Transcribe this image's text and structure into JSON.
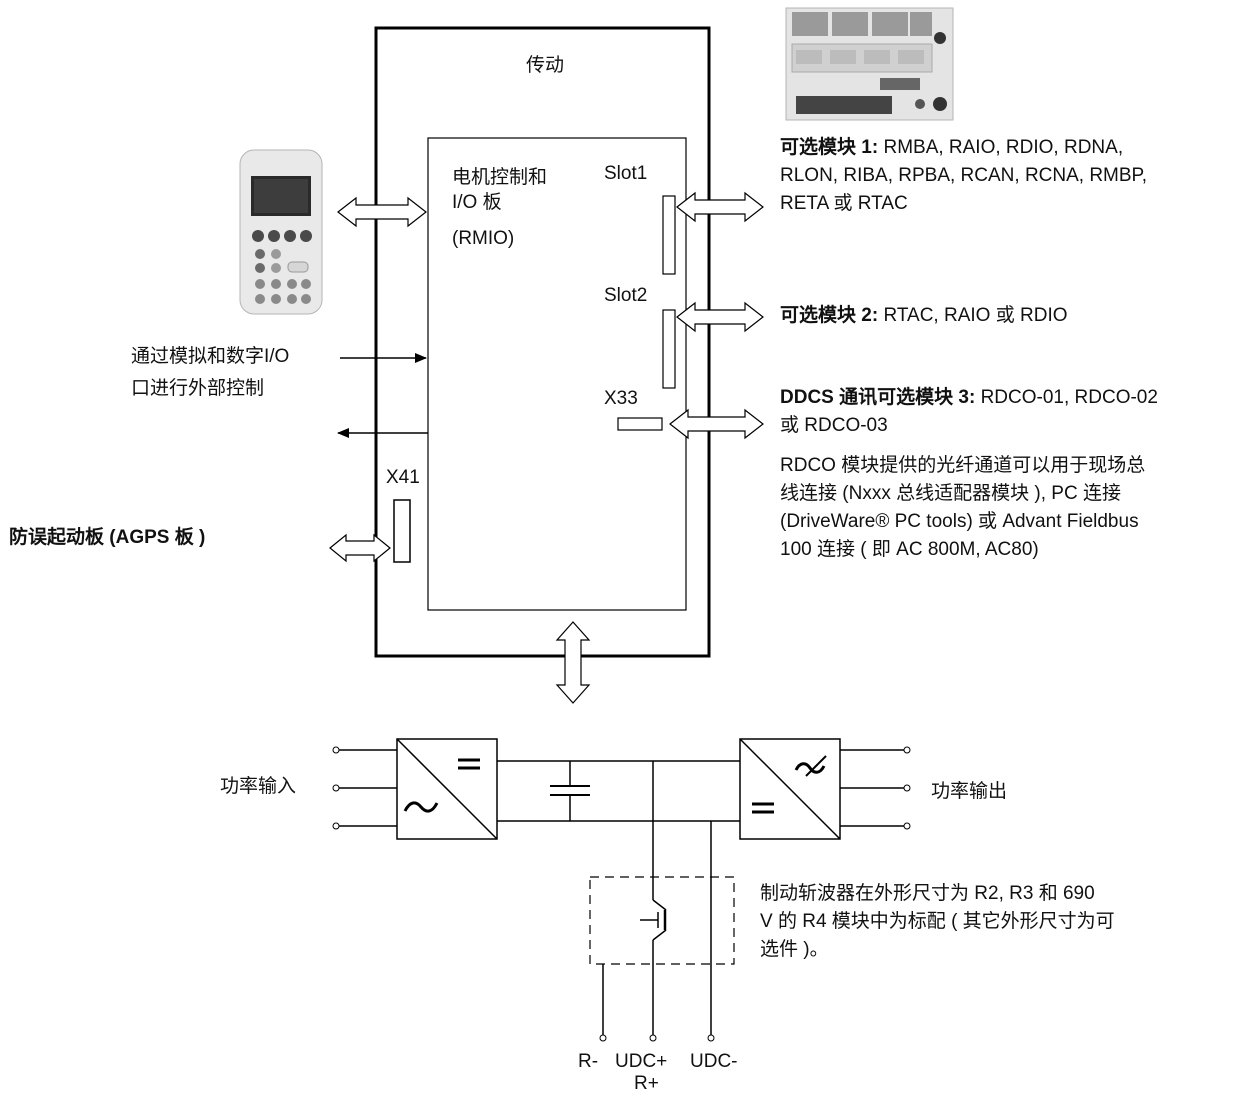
{
  "drive": {
    "title": "传动",
    "board_line1": "电机控制和",
    "board_line2": "I/O 板",
    "board_line3": "(RMIO)",
    "slot1": "Slot1",
    "slot2": "Slot2",
    "x33": "X33",
    "x41": "X41"
  },
  "external": {
    "control_line1": "通过模拟和数字I/O",
    "control_line2": "口进行外部控制",
    "agps": "防误起动板 (AGPS 板 )"
  },
  "options": {
    "opt1_label": "可选模块 1:",
    "opt1_line1": " RMBA, RAIO, RDIO, RDNA,",
    "opt1_line2": "RLON, RIBA, RPBA, RCAN, RCNA, RMBP,",
    "opt1_line3": "RETA 或 RTAC",
    "opt2_label": "可选模块 2:",
    "opt2_text": " RTAC, RAIO 或 RDIO",
    "opt3_label": "DDCS 通讯可选模块 3:",
    "opt3_line1": " RDCO-01, RDCO-02",
    "opt3_line2": "或 RDCO-03",
    "rdco_line1": "RDCO 模块提供的光纤通道可以用于现场总",
    "rdco_line2": "线连接 (Nxxx 总线适配器模块 ), PC 连接",
    "rdco_line3": "(DriveWare® PC tools) 或 Advant Fieldbus",
    "rdco_line4": "100 连接 ( 即 AC 800M, AC80)"
  },
  "power": {
    "input": "功率输入",
    "output": "功率输出",
    "chopper_line1": "制动斩波器在外形尺寸为 R2, R3 和 690",
    "chopper_line2": "V 的 R4 模块中为标配 ( 其它外形尺寸为可",
    "chopper_line3": "选件 )。",
    "r_minus": "R-",
    "udc_plus": "UDC+",
    "r_plus": "R+",
    "udc_minus": "UDC-"
  }
}
